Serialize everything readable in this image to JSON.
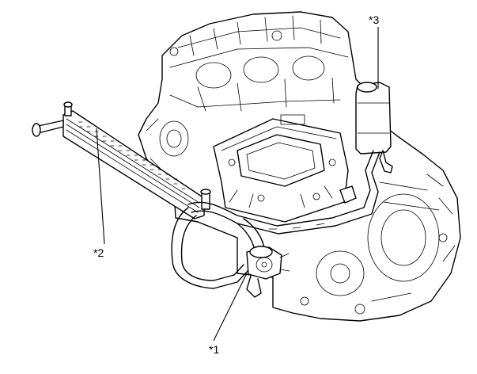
{
  "callouts": [
    {
      "id": "1",
      "label": "*1"
    },
    {
      "id": "2",
      "label": "*2"
    },
    {
      "id": "3",
      "label": "*3"
    }
  ],
  "colors": {
    "line": "#000000",
    "background": "#ffffff"
  }
}
